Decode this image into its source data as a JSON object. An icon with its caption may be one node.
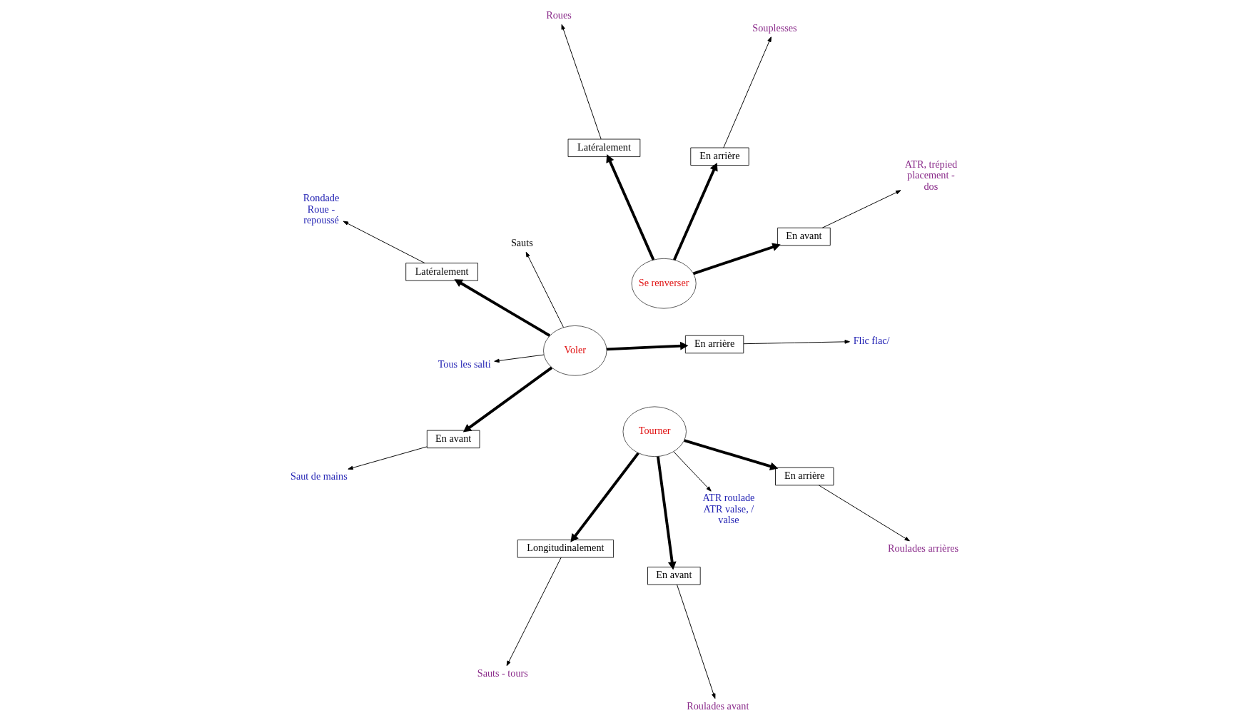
{
  "diagram": {
    "nodes": [
      {
        "text": [
          "Se renverser"
        ]
      },
      {
        "text": [
          "Tourner"
        ]
      },
      {
        "text": [
          "Voler"
        ]
      },
      {
        "text": [
          "En arrière"
        ]
      },
      {
        "text": [
          "En avant"
        ]
      },
      {
        "text": [
          "Latéralement"
        ]
      },
      {
        "text": [
          "En avant"
        ]
      },
      {
        "text": [
          "En arrière"
        ]
      },
      {
        "text": [
          "Longitudinalement"
        ]
      },
      {
        "text": [
          "En avant"
        ]
      },
      {
        "text": [
          "En arrière"
        ]
      },
      {
        "text": [
          "Latéralement"
        ]
      },
      {
        "text": [
          "Souplesses"
        ]
      },
      {
        "text": [
          "ATR, trépied placement - dos"
        ]
      },
      {
        "text": [
          "Roues"
        ]
      },
      {
        "text": [
          "ATR roulade ATR valse, / valse"
        ]
      },
      {
        "text": [
          "Roulades avant"
        ]
      },
      {
        "text": [
          "Roulades arrières"
        ]
      },
      {
        "text": [
          "Sauts - tours"
        ]
      },
      {
        "text": [
          "Tous les salti"
        ]
      },
      {
        "text": [
          "Sauts"
        ]
      },
      {
        "text": [
          "Saut de mains"
        ]
      },
      {
        "text": [
          "Flic flac/"
        ]
      },
      {
        "text": [
          "Rondade Roue - repoussé"
        ]
      }
    ],
    "edges": [
      {
        "from": 0,
        "to": 3,
        "arrow": "to",
        "style": "thick"
      },
      {
        "from": 0,
        "to": 4,
        "arrow": "to",
        "style": "thick"
      },
      {
        "from": 0,
        "to": 5,
        "arrow": "to",
        "style": "thick"
      },
      {
        "from": 1,
        "to": 6,
        "arrow": "to",
        "style": "thick"
      },
      {
        "from": 1,
        "to": 7,
        "arrow": "to",
        "style": "thick"
      },
      {
        "from": 1,
        "to": 8,
        "arrow": "to",
        "style": "thick"
      },
      {
        "from": 2,
        "to": 9,
        "arrow": "to",
        "style": "thick"
      },
      {
        "from": 2,
        "to": 10,
        "arrow": "to",
        "style": "thick"
      },
      {
        "from": 2,
        "to": 11,
        "arrow": "to",
        "style": "thick"
      },
      {
        "from": 3,
        "to": 12,
        "arrow": "to"
      },
      {
        "from": 4,
        "to": 13,
        "arrow": "to"
      },
      {
        "from": 5,
        "to": 14,
        "arrow": "to"
      },
      {
        "from": 6,
        "to": 16,
        "arrow": "to"
      },
      {
        "from": 7,
        "to": 17,
        "arrow": "to"
      },
      {
        "from": 8,
        "to": 18,
        "arrow": "to"
      },
      {
        "from": 9,
        "to": 21,
        "arrow": "to"
      },
      {
        "from": 10,
        "to": 22,
        "arrow": "to"
      },
      {
        "from": 11,
        "to": 23,
        "arrow": "to"
      },
      {
        "from": 1,
        "to": 15,
        "arrow": "to"
      },
      {
        "from": 2,
        "to": 20,
        "arrow": "to"
      },
      {
        "from": 2,
        "to": 19,
        "arrow": "to"
      }
    ]
  }
}
